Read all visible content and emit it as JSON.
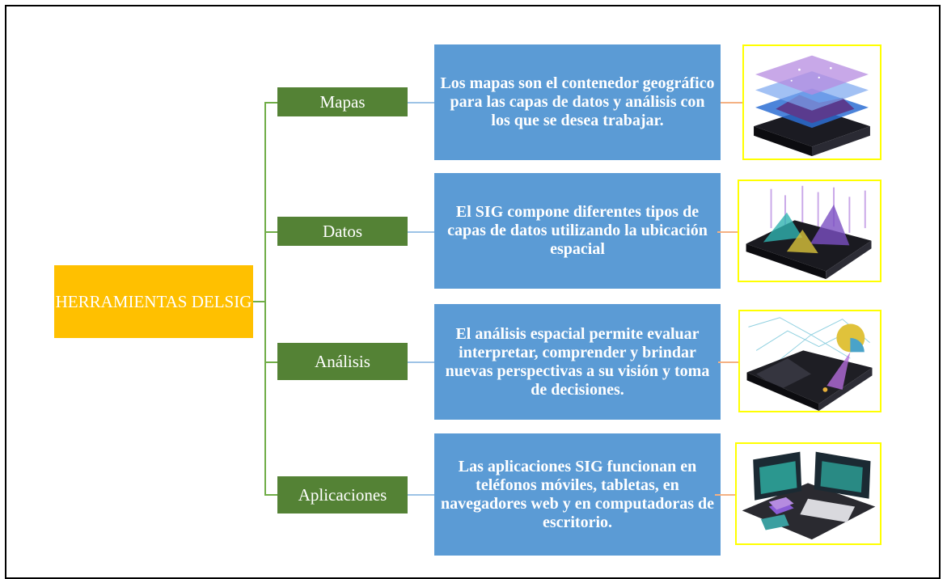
{
  "root": {
    "label": "HERRAMIENTAS DELSIG"
  },
  "branches": [
    {
      "label": "Mapas",
      "description": "Los mapas son el contenedor geográfico para las capas de datos y análisis con los que se desea trabajar.",
      "image": "layered-map-image"
    },
    {
      "label": "Datos",
      "description": "El SIG compone diferentes tipos de capas de datos utilizando la ubicación espacial",
      "image": "data-terrain-image"
    },
    {
      "label": "Análisis",
      "description": "El análisis espacial permite evaluar interpretar, comprender y brindar nuevas perspectivas a su visión y toma de decisiones.",
      "image": "analysis-terrain-image"
    },
    {
      "label": "Aplicaciones",
      "description": "Las aplicaciones SIG funcionan en teléfonos móviles, tabletas, en navegadores web y en computadoras de escritorio.",
      "image": "devices-image"
    }
  ],
  "colors": {
    "root": "#FFC000",
    "category": "#548235",
    "description": "#5B9BD5",
    "connector_green": "#70AD47",
    "connector_blue": "#9DC3E6",
    "connector_orange": "#F4B183",
    "image_border": "#FFFF00"
  }
}
